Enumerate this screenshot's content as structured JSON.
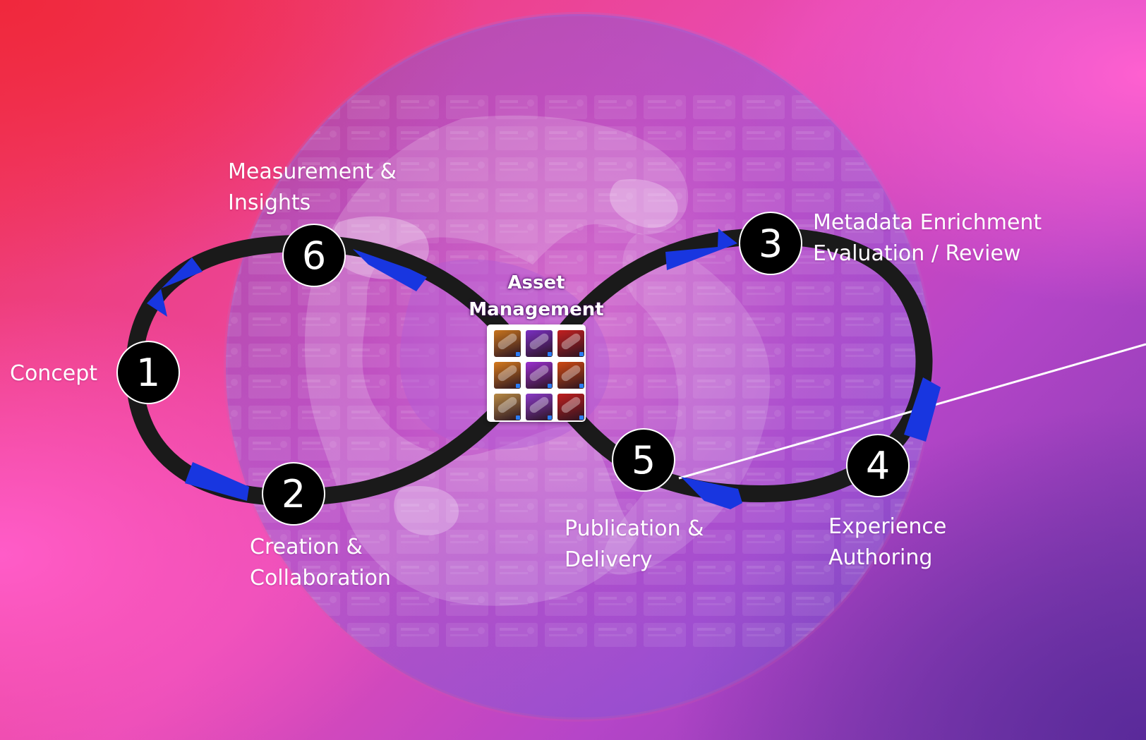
{
  "center": {
    "title_line1": "Asset",
    "title_line2": "Management",
    "tile_colors": [
      "#c9751e",
      "#7b2fc4",
      "#c42020",
      "#d67a1c",
      "#9a2fd0",
      "#cf4a12",
      "#b88a44",
      "#8a3ac8",
      "#c01e1e"
    ]
  },
  "steps": [
    {
      "number": "1",
      "label_lines": [
        "Concept"
      ]
    },
    {
      "number": "2",
      "label_lines": [
        "Creation &",
        "Collaboration"
      ]
    },
    {
      "number": "3",
      "label_lines": [
        "Metadata Enrichment",
        "Evaluation / Review"
      ]
    },
    {
      "number": "4",
      "label_lines": [
        "Experience",
        "Authoring"
      ]
    },
    {
      "number": "5",
      "label_lines": [
        "Publication &",
        "Delivery"
      ]
    },
    {
      "number": "6",
      "label_lines": [
        "Measurement &",
        "Insights"
      ]
    }
  ],
  "colors": {
    "loop": "#1a1a1a",
    "arrow": "#1836e0",
    "badge": "#000000",
    "badge_border": "#ffffff",
    "text": "#ffffff"
  },
  "icons": {
    "flow_arrows": "chevron-arrow-icon",
    "background_logo": "creative-cloud-logo-icon"
  }
}
